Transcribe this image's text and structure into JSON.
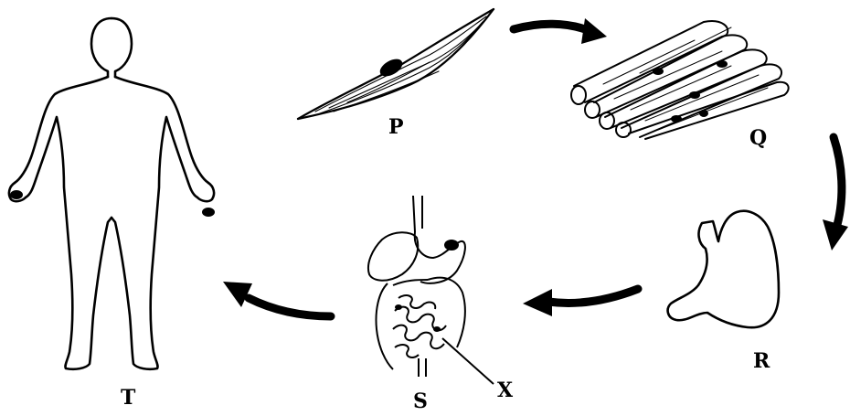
{
  "diagram": {
    "labels": {
      "P": "P",
      "Q": "Q",
      "R": "R",
      "S": "S",
      "T": "T",
      "X": "X"
    },
    "ink_color": "#000000",
    "background": "#ffffff"
  }
}
